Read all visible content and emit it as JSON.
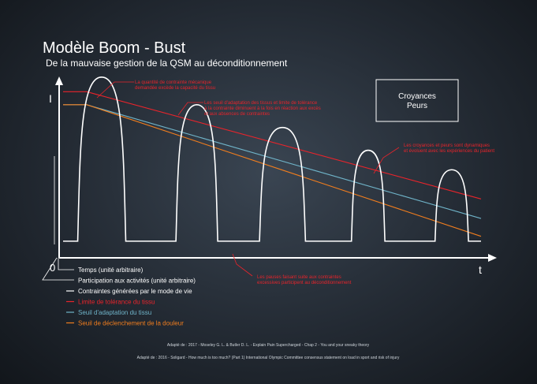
{
  "title": "Modèle Boom - Bust",
  "subtitle": "De la mauvaise gestion de la QSM au déconditionnement",
  "axes": {
    "y_label": "I",
    "x_label": "t",
    "origin_label": "0"
  },
  "box_label_line1": "Croyances",
  "box_label_line2": "Peurs",
  "annotations": {
    "a1_line1": "La quantité de contrainte mécanique",
    "a1_line2": "demandée excède la capacité du tissu",
    "a2_line1": "Les seuil d'adaptation des tissus et limite de tolérance",
    "a2_line2": "à la contrainte diminuent à la fois en réaction aux excès",
    "a2_line3": "et aux absences de contraintes",
    "a3_line1": "Les croyances et peurs sont dynamiques",
    "a3_line2": "et évoluent avec les expériences du patient",
    "a4_line1": "Les pauses faisant suite aux contraintes",
    "a4_line2": "excessives participent au déconditionnement"
  },
  "legend": [
    {
      "label": "Temps (unité arbitraire)",
      "color": "#ffffff"
    },
    {
      "label": "Participation aux activités (unité arbitraire)",
      "color": "#ffffff"
    },
    {
      "label": "Contraintes générées par le mode de vie",
      "color": "#ffffff"
    },
    {
      "label": "Limite de tolérance du tissu",
      "color": "#e8242b"
    },
    {
      "label": "Seuil d'adaptation du tissu",
      "color": "#6fb3c8"
    },
    {
      "label": "Seuil de déclenchement de la douleur",
      "color": "#f07d1e"
    }
  ],
  "credits": {
    "line1": "Adapté de : 2017 - Moseley G. L. & Butler D. L. - Explain Pain Supercharged - Chap 2 - You and your sneaky theory",
    "line2": "Adapté de : 2016 - Soligard - How much is too much? (Part 1) International Olympic Committee consensus statement on load in sport and risk of injury"
  },
  "colors": {
    "tolerance": "#e8242b",
    "adaptation": "#6fb3c8",
    "pain": "#f07d1e",
    "activity": "#ffffff",
    "annotation": "#e8242b"
  },
  "chart_data": {
    "type": "line",
    "x_range": [
      0,
      100
    ],
    "y_range": [
      0,
      100
    ],
    "grid": false,
    "series": [
      {
        "name": "Limite de tolérance du tissu",
        "x": [
          0,
          100
        ],
        "y": [
          94,
          28
        ]
      },
      {
        "name": "Seuil d'adaptation du tissu",
        "x": [
          0,
          100
        ],
        "y": [
          86,
          16
        ]
      },
      {
        "name": "Seuil de déclenchement de la douleur",
        "x": [
          0,
          100
        ],
        "y": [
          86,
          5
        ]
      },
      {
        "name": "Contraintes générées par le mode de vie",
        "peaks": [
          {
            "start": 3.5,
            "end": 15,
            "height": 103
          },
          {
            "start": 27,
            "end": 37,
            "height": 86
          },
          {
            "start": 47,
            "end": 58,
            "height": 72
          },
          {
            "start": 69,
            "end": 77,
            "height": 58
          },
          {
            "start": 89,
            "end": 97,
            "height": 46
          }
        ],
        "baseline": 2
      }
    ]
  }
}
